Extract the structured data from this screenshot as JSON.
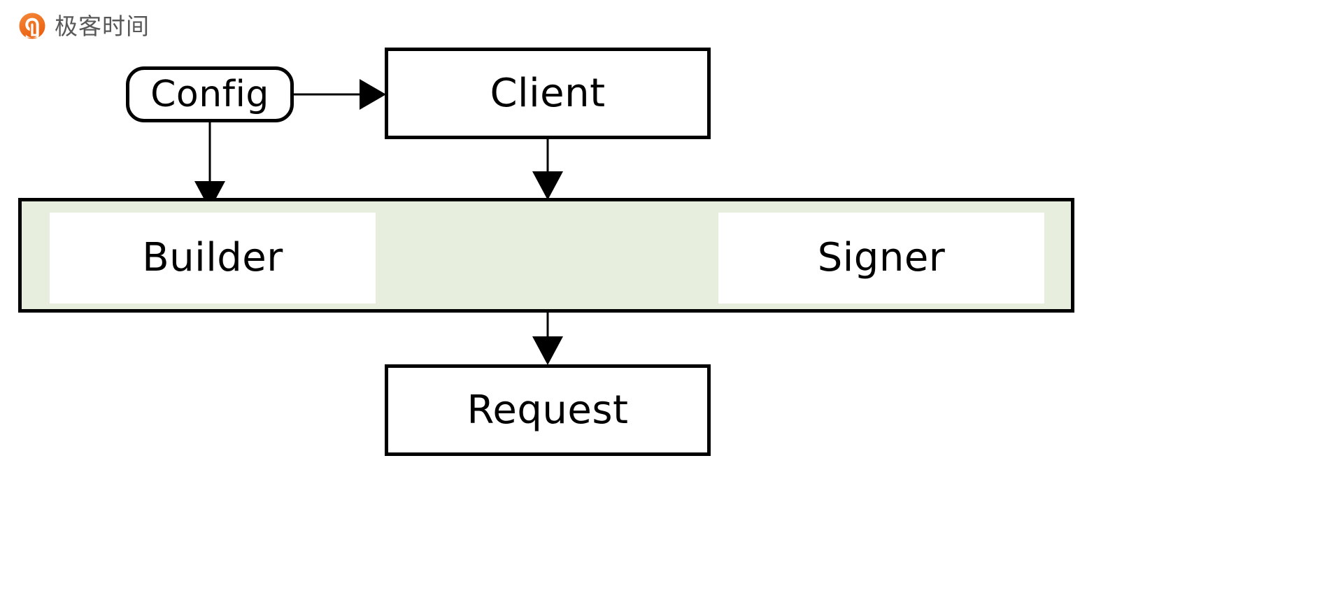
{
  "brand": {
    "name": "极客时间",
    "logo_icon": "geektime-logo-icon",
    "logo_color": "#f06d1f",
    "text_color": "#585858"
  },
  "diagram": {
    "type": "flowchart",
    "background": "#ffffff",
    "stroke_color": "#000000",
    "group_fill": "#e8eedd",
    "nodes": [
      {
        "id": "config",
        "label": "Config",
        "shape": "rounded-rect"
      },
      {
        "id": "client",
        "label": "Client",
        "shape": "rect"
      },
      {
        "id": "builder",
        "label": "Builder",
        "shape": "rect"
      },
      {
        "id": "signer",
        "label": "Signer",
        "shape": "rect"
      },
      {
        "id": "request",
        "label": "Request",
        "shape": "rect"
      }
    ],
    "group": {
      "id": "builder-signer-group",
      "fill": "#e8eedd",
      "members": [
        "builder",
        "signer"
      ]
    },
    "edges": [
      {
        "from": "config",
        "to": "client",
        "direction": "right",
        "arrowhead": "filled-triangle"
      },
      {
        "from": "config",
        "to": "builder",
        "direction": "down",
        "arrowhead": "filled-triangle"
      },
      {
        "from": "client",
        "to": "group",
        "direction": "down",
        "arrowhead": "filled-triangle"
      },
      {
        "from": "group",
        "to": "request",
        "direction": "down",
        "arrowhead": "filled-triangle"
      }
    ]
  }
}
